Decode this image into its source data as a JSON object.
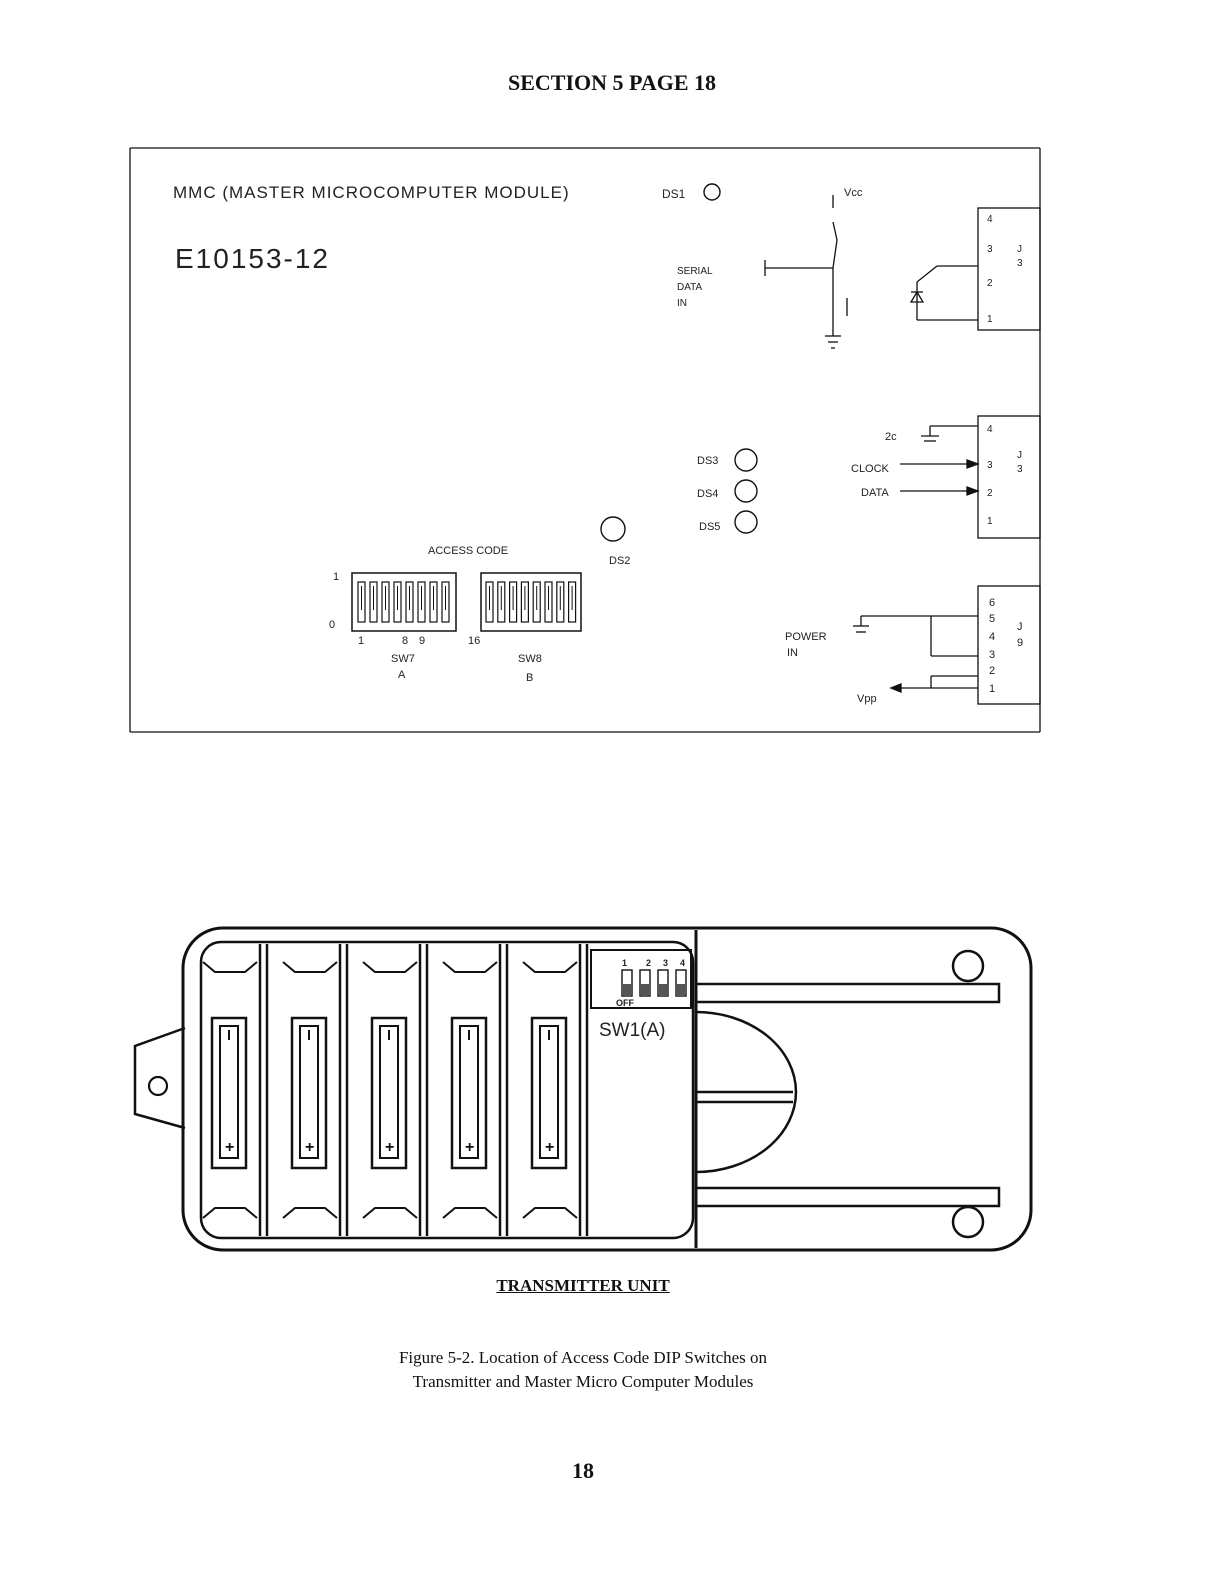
{
  "header": {
    "section": "SECTION 5 PAGE 18"
  },
  "mmc_module": {
    "title": "MMC (MASTER MICROCOMPUTER MODULE)",
    "part_number": "E10153-12",
    "ds1": "DS1",
    "ds2": "DS2",
    "ds3": "DS3",
    "ds4": "DS4",
    "ds5": "DS5",
    "vcc": "Vcc",
    "serial_data_in": [
      "SERIAL",
      "DATA",
      "IN"
    ],
    "clock": "CLOCK",
    "data": "DATA",
    "power_in": [
      "POWER",
      "IN"
    ],
    "vpp": "Vpp",
    "access_code": "ACCESS CODE",
    "switch_on": "1",
    "switch_off": "0",
    "sw7_numbers": [
      "1",
      "8"
    ],
    "sw8_numbers": [
      "9",
      "16"
    ],
    "sw7_label": "SW7",
    "sw7_sub": "A",
    "sw8_label": "SW8",
    "sw8_sub": "B",
    "connector_top": {
      "pins": [
        "4",
        "3",
        "2",
        "1"
      ],
      "label": [
        "J",
        "3"
      ]
    },
    "connector_mid": {
      "pins": [
        "4",
        "3",
        "2",
        "1"
      ],
      "label": [
        "J",
        "3"
      ]
    },
    "connector_bot": {
      "pins": [
        "6",
        "5",
        "4",
        "3",
        "2",
        "1"
      ],
      "label": [
        "J",
        "9"
      ]
    },
    "jumper_label": "2c"
  },
  "transmitter": {
    "switch_positions": [
      "1",
      "2",
      "3",
      "4"
    ],
    "switch_off": "OFF",
    "switch_label": "SW1(A)",
    "battery_polarity": "+",
    "title": "TRANSMITTER UNIT"
  },
  "caption": {
    "line1": "Figure 5-2. Location of Access Code DIP Switches on",
    "line2": "Transmitter and Master Micro Computer Modules"
  },
  "page_number": "18"
}
